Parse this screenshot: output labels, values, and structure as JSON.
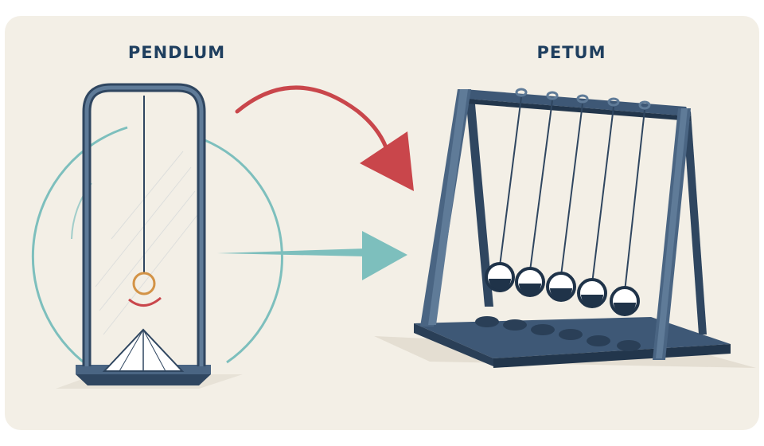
{
  "labels": {
    "left_title": "PENDLUM",
    "right_title": "PETUM"
  },
  "colors": {
    "background": "#f3efe6",
    "frame": "#4a6583",
    "frame_dark": "#2a3f57",
    "teal": "#7dbfbd",
    "red_arrow": "#c9464b",
    "bob": "#d39346",
    "ball_fill": "#ffffff"
  },
  "icons": {
    "left": "pendulum-icon",
    "right": "newtons-cradle-icon",
    "arrow_top": "curved-arrow-icon",
    "arrow_mid": "straight-arrow-icon"
  },
  "cradle": {
    "ball_count": 5
  }
}
